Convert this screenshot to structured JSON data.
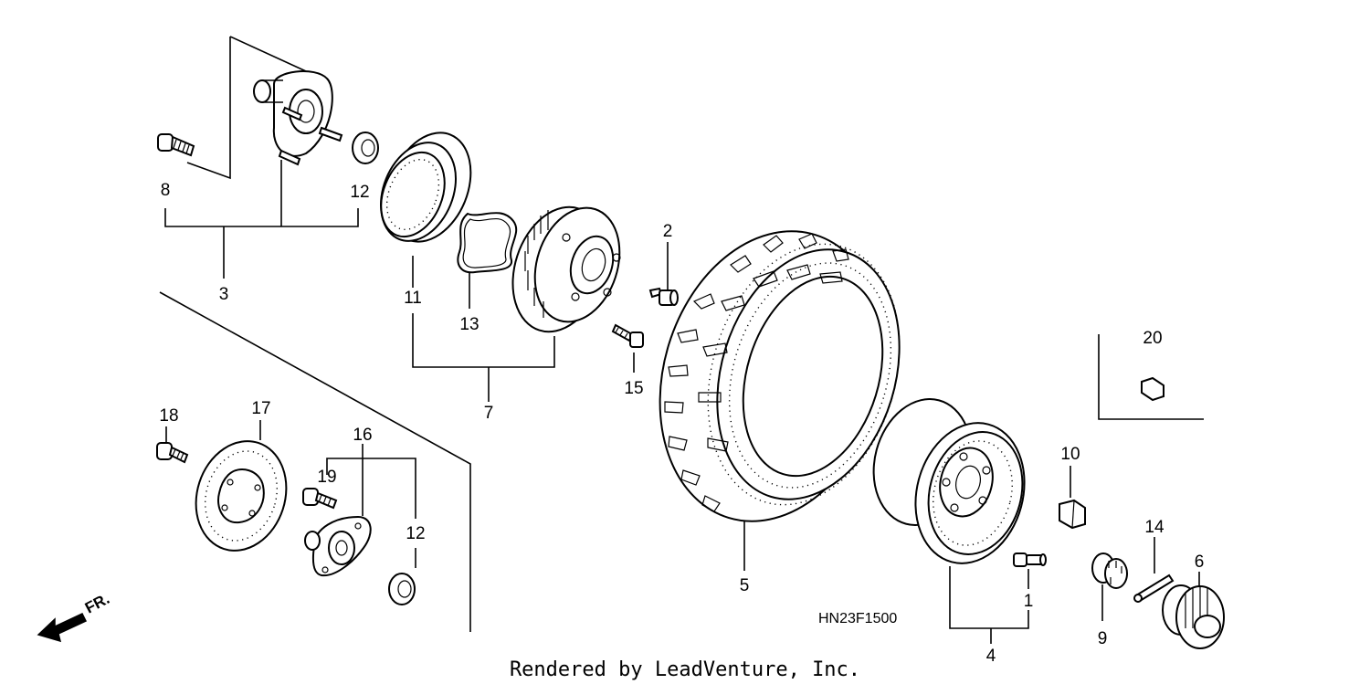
{
  "diagram": {
    "code": "HN23F1500",
    "footer": "Rendered by LeadVenture, Inc.",
    "direction_label": "FR.",
    "callouts": {
      "c1": "1",
      "c2": "2",
      "c3": "3",
      "c4": "4",
      "c5": "5",
      "c6": "6",
      "c7": "7",
      "c8": "8",
      "c9": "9",
      "c10": "10",
      "c11": "11",
      "c12a": "12",
      "c12b": "12",
      "c13": "13",
      "c14": "14",
      "c15": "15",
      "c16": "16",
      "c17": "17",
      "c18": "18",
      "c19": "19",
      "c20": "20"
    }
  }
}
